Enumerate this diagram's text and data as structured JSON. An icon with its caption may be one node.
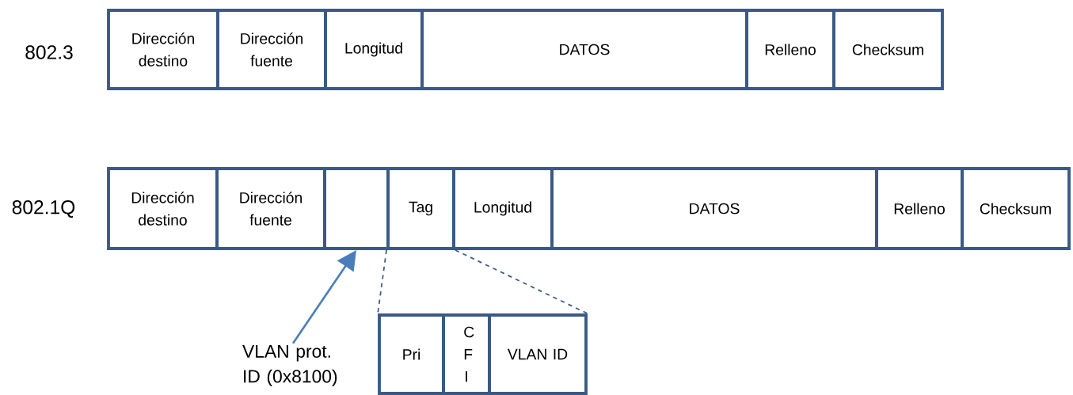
{
  "diagram": {
    "nodes": [
      {
        "text": [
          "Dirección destino"
        ]
      },
      {
        "text": [
          "Dirección fuente"
        ]
      },
      {
        "text": [
          "Longitud"
        ]
      },
      {
        "text": [
          "DATOS"
        ]
      },
      {
        "text": [
          "Relleno"
        ]
      },
      {
        "text": [
          "Checksum"
        ]
      },
      {
        "text": [
          "Dirección destino"
        ]
      },
      {
        "text": [
          "Dirección fuente"
        ]
      },
      {
        "text": [],
        "shape": "box"
      },
      {
        "text": [
          "Tag"
        ]
      },
      {
        "text": [
          "Longitud"
        ]
      },
      {
        "text": [
          "DATOS"
        ]
      },
      {
        "text": [
          "Relleno"
        ]
      },
      {
        "text": [
          "Checksum"
        ]
      },
      {
        "text": [
          "Pri"
        ]
      },
      {
        "text": [
          "C F I"
        ]
      },
      {
        "text": [
          "VLAN ID"
        ]
      },
      {
        "text": [
          "VLAN prot. ID (0x8100)"
        ]
      }
    ],
    "edges": [
      {
        "from": 17,
        "to": 8,
        "arrow": "to",
        "color": "#4a7ebb"
      },
      {
        "from": 9,
        "to": 14,
        "arrow": "none",
        "style": "dashed"
      },
      {
        "from": 9,
        "to": 16,
        "arrow": "none",
        "style": "dashed"
      }
    ],
    "labels": [
      "802.3",
      "802.1Q"
    ]
  }
}
